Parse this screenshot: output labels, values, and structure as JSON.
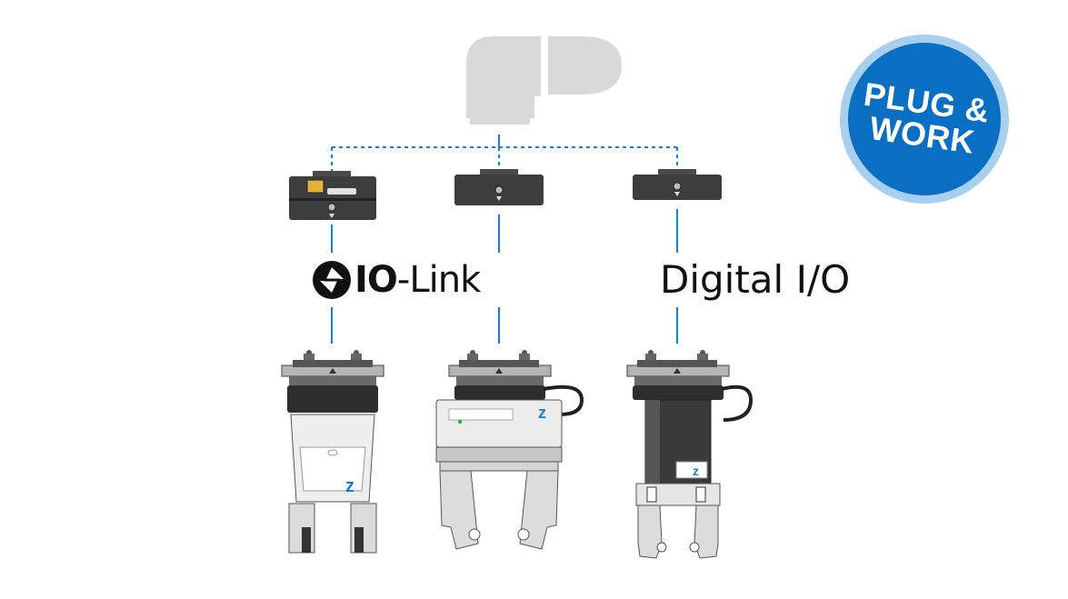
{
  "badge": {
    "line1": "PLUG &",
    "line2": "WORK"
  },
  "labels": {
    "io_link_prefix": "IO",
    "io_link_suffix": "-Link",
    "digital": "Digital I/O"
  },
  "colors": {
    "connector_blue": "#1a7fd1",
    "badge_blue": "#0a6fc2",
    "badge_ring": "#a9cfee",
    "controller_gray": "#d9d9d9",
    "module_dark": "#3d3d3d",
    "gripper_light": "#eeeeee",
    "brand_blue": "#1a7fd1"
  },
  "icons": [
    "plc-controller-icon",
    "io-link-logo-icon",
    "zimmer-logo-icon"
  ]
}
